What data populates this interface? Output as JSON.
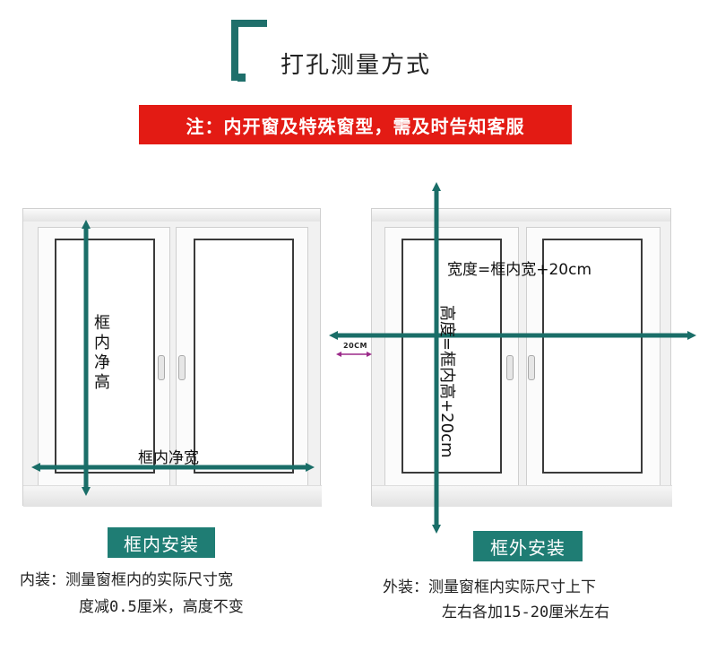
{
  "title": "打孔测量方式",
  "banner": "注：内开窗及特殊窗型，需及时告知客服",
  "left": {
    "vertical_label": "框内净高",
    "horizontal_label": "框内净宽",
    "badge": "框内安装",
    "desc_line1": "内装：测量窗框内的实际尺寸宽",
    "desc_line2": "度减0.5厘米，高度不变"
  },
  "right": {
    "width_label": "宽度=框内宽+20cm",
    "height_label": "高度=框内高+20cm",
    "offset_label": "20CM",
    "badge": "框外安装",
    "desc_line1": "外装：测量窗框内实际尺寸上下",
    "desc_line2": "左右各加15-20厘米左右"
  },
  "colors": {
    "accent": "#1f7d74",
    "arrow": "#1a6e68",
    "banner": "#e31b14",
    "offset_arrow": "#9b2a8a"
  }
}
